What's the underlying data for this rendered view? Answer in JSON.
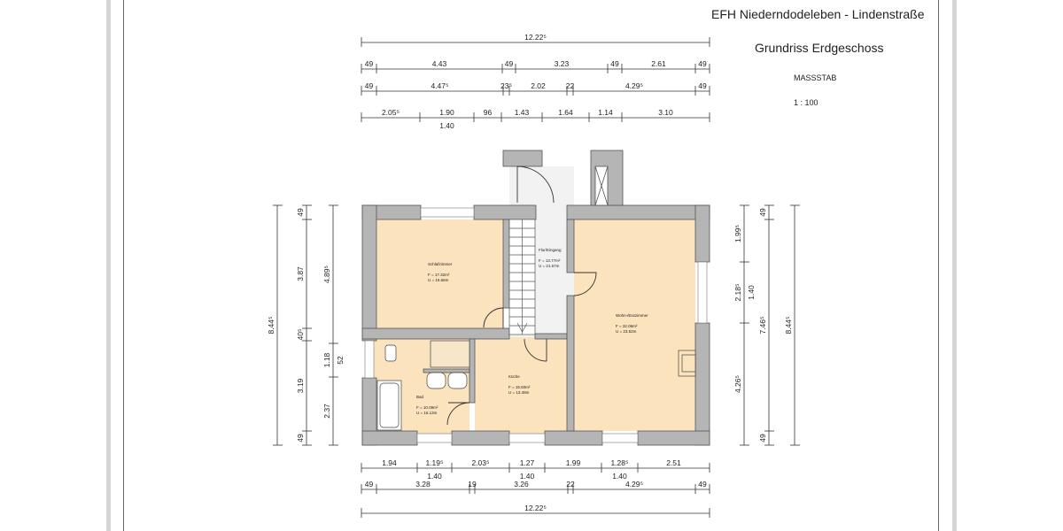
{
  "title": {
    "project": "EFH Niederndodeleben - Lindenstraße",
    "drawing": "Grundriss Erdgeschoss",
    "scale_label": "MASSSTAB",
    "scale_value": "1 : 100"
  },
  "colors": {
    "room": "#fbe3bd",
    "wall": "#b5b5b5",
    "hall": "#f2f2f2",
    "line": "#333333"
  },
  "rooms": [
    {
      "name": "Schlafzimmer",
      "area": "F = 17.32m²",
      "perimeter": "U = 16.66m"
    },
    {
      "name": "Flur/Eingang",
      "area": "F = 13.77m²",
      "perimeter": "U = 21.67m"
    },
    {
      "name": "Wohn-/Esszimmer",
      "area": "F = 32.06m²",
      "perimeter": "U = 23.52m"
    },
    {
      "name": "Küche",
      "area": "F = 15.60m²",
      "perimeter": "U = 13.49m"
    },
    {
      "name": "Bad",
      "area": "F = 10.09m²",
      "perimeter": "U = 16.13m"
    }
  ],
  "dimensions": {
    "top": [
      {
        "labels": [
          "12.22⁵"
        ],
        "sub": [
          ""
        ]
      },
      {
        "labels": [
          "49",
          "4.43",
          "49",
          "3.23",
          "49",
          "2.61",
          "49"
        ],
        "sub": [
          "",
          "",
          "",
          "",
          "",
          "",
          ""
        ]
      },
      {
        "labels": [
          "49",
          "4.47⁵",
          "23⁵",
          "2.02",
          "22",
          "4.29⁵",
          "49"
        ],
        "sub": [
          "",
          "",
          "",
          "",
          "",
          "",
          ""
        ]
      },
      {
        "labels": [
          "2.05⁵",
          "1.90",
          "96",
          "1.43",
          "1.64",
          "1.14",
          "3.10"
        ],
        "sub": [
          "",
          "1.40",
          "",
          "",
          "",
          "",
          ""
        ]
      }
    ],
    "bottom": [
      {
        "labels": [
          "1.94",
          "1.19⁵",
          "2.03⁵",
          "1.27",
          "1.99",
          "1.28⁵",
          "2.51"
        ],
        "sub": [
          "",
          "1.40",
          "",
          "1.40",
          "",
          "1.40",
          ""
        ]
      },
      {
        "labels": [
          "49",
          "3.28",
          "19",
          "3.26",
          "22",
          "4.29⁵",
          "49"
        ],
        "sub": [
          "",
          "",
          "",
          "",
          "",
          "",
          ""
        ]
      },
      {
        "labels": [
          "12.22⁵"
        ],
        "sub": [
          ""
        ]
      }
    ],
    "left": [
      {
        "labels": [
          "8.44⁵"
        ],
        "sub": [
          ""
        ]
      },
      {
        "labels": [
          "49",
          "3.87",
          "40⁵",
          "3.19",
          "49"
        ],
        "sub": [
          "",
          "",
          "",
          "",
          ""
        ]
      },
      {
        "labels": [
          "4.89⁵",
          "1.18",
          "2.37"
        ],
        "sub": [
          "",
          "52",
          ""
        ]
      }
    ],
    "right": [
      {
        "labels": [
          "1.99⁵",
          "2.18⁵",
          "4.26⁵"
        ],
        "sub": [
          "",
          "1.40",
          ""
        ]
      },
      {
        "labels": [
          "49",
          "7.46⁵",
          "49"
        ],
        "sub": [
          "",
          "",
          ""
        ]
      },
      {
        "labels": [
          "8.44⁵"
        ],
        "sub": [
          ""
        ]
      }
    ]
  }
}
